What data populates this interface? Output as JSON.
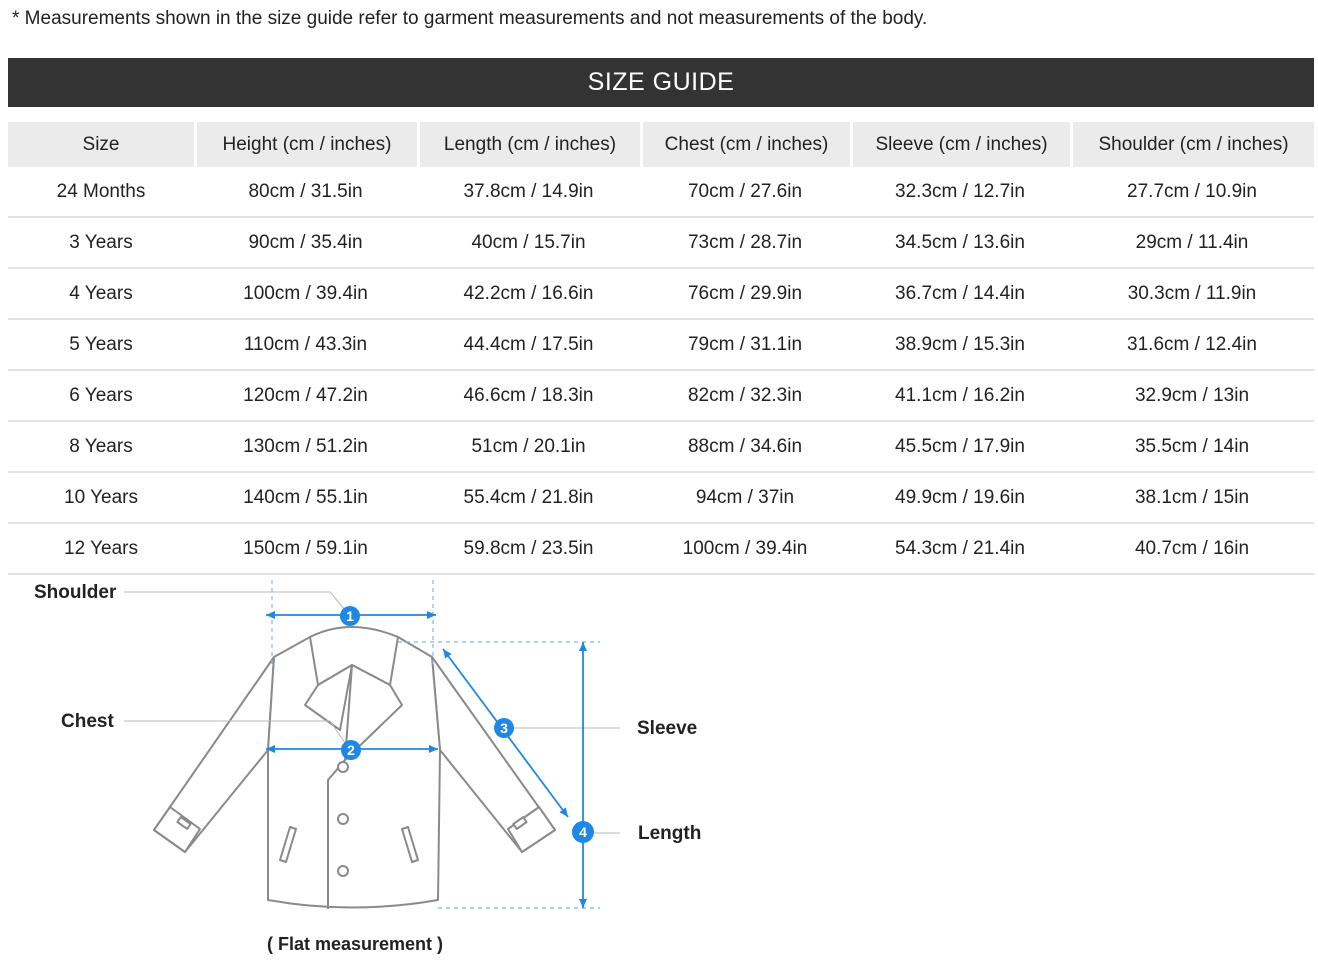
{
  "note": "* Measurements shown in the size guide refer to garment measurements and not measurements of the body.",
  "banner_title": "SIZE GUIDE",
  "table": {
    "headers": [
      "Size",
      "Height (cm / inches)",
      "Length (cm / inches)",
      "Chest (cm / inches)",
      "Sleeve (cm / inches)",
      "Shoulder (cm / inches)"
    ],
    "rows": [
      [
        "24 Months",
        "80cm / 31.5in",
        "37.8cm / 14.9in",
        "70cm / 27.6in",
        "32.3cm / 12.7in",
        "27.7cm / 10.9in"
      ],
      [
        "3 Years",
        "90cm / 35.4in",
        "40cm / 15.7in",
        "73cm / 28.7in",
        "34.5cm / 13.6in",
        "29cm / 11.4in"
      ],
      [
        "4 Years",
        "100cm / 39.4in",
        "42.2cm / 16.6in",
        "76cm / 29.9in",
        "36.7cm / 14.4in",
        "30.3cm / 11.9in"
      ],
      [
        "5 Years",
        "110cm / 43.3in",
        "44.4cm / 17.5in",
        "79cm / 31.1in",
        "38.9cm / 15.3in",
        "31.6cm / 12.4in"
      ],
      [
        "6 Years",
        "120cm / 47.2in",
        "46.6cm / 18.3in",
        "82cm / 32.3in",
        "41.1cm / 16.2in",
        "32.9cm / 13in"
      ],
      [
        "8 Years",
        "130cm / 51.2in",
        "51cm / 20.1in",
        "88cm / 34.6in",
        "45.5cm / 17.9in",
        "35.5cm / 14in"
      ],
      [
        "10 Years",
        "140cm / 55.1in",
        "55.4cm / 21.8in",
        "94cm / 37in",
        "49.9cm / 19.6in",
        "38.1cm / 15in"
      ],
      [
        "12 Years",
        "150cm / 59.1in",
        "59.8cm / 23.5in",
        "100cm / 39.4in",
        "54.3cm / 21.4in",
        "40.7cm / 16in"
      ]
    ]
  },
  "diagram": {
    "labels": {
      "shoulder": "Shoulder",
      "chest": "Chest",
      "sleeve": "Sleeve",
      "length": "Length",
      "caption": "( Flat measurement )"
    },
    "markers": [
      "1",
      "2",
      "3",
      "4"
    ],
    "accent_color": "#1e88e5",
    "icon": "jacket-icon"
  }
}
